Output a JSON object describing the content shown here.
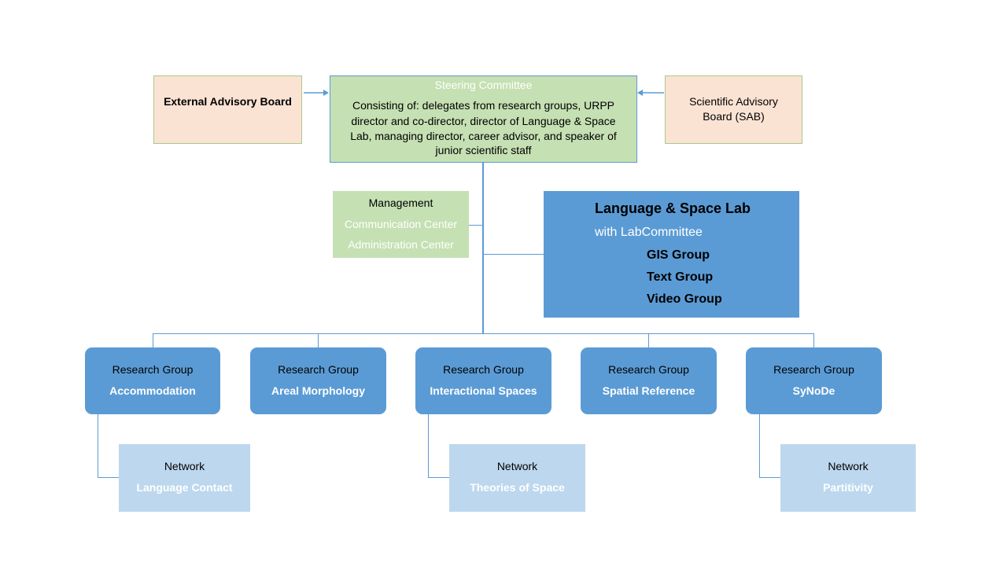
{
  "external_board": {
    "label": "External Advisory Board"
  },
  "scientific_board": {
    "label": "Scientific Advisory Board (SAB)"
  },
  "steering": {
    "title": "Steering Committee",
    "lines": [
      "Consisting of: delegates from research groups, URPP",
      "director and co-director, director of Language & Space",
      "Lab, managing director, career advisor, and speaker of",
      "junior scientific staff"
    ]
  },
  "management": {
    "title": "Management",
    "items": [
      "Communication Center",
      "Administration Center"
    ]
  },
  "lab": {
    "title": "Language & Space Lab",
    "subtitle": "with LabCommittee",
    "groups": [
      "GIS Group",
      "Text Group",
      "Video Group"
    ]
  },
  "research_groups": [
    {
      "prefix": "Research Group",
      "name": "Accommodation"
    },
    {
      "prefix": "Research Group",
      "name": "Areal Morphology"
    },
    {
      "prefix": "Research Group",
      "name": "Interactional Spaces"
    },
    {
      "prefix": "Research Group",
      "name": "Spatial Reference"
    },
    {
      "prefix": "Research Group",
      "name": "SyNoDe"
    }
  ],
  "networks": [
    {
      "prefix": "Network",
      "name": "Language Contact"
    },
    {
      "prefix": "Network",
      "name": "Theories of Space"
    },
    {
      "prefix": "Network",
      "name": "Partitivity"
    }
  ],
  "colors": {
    "accent_blue": "#5b9bd5",
    "light_blue": "#bdd7ee",
    "green": "#c5e0b3",
    "peach": "#fbe3d4"
  }
}
